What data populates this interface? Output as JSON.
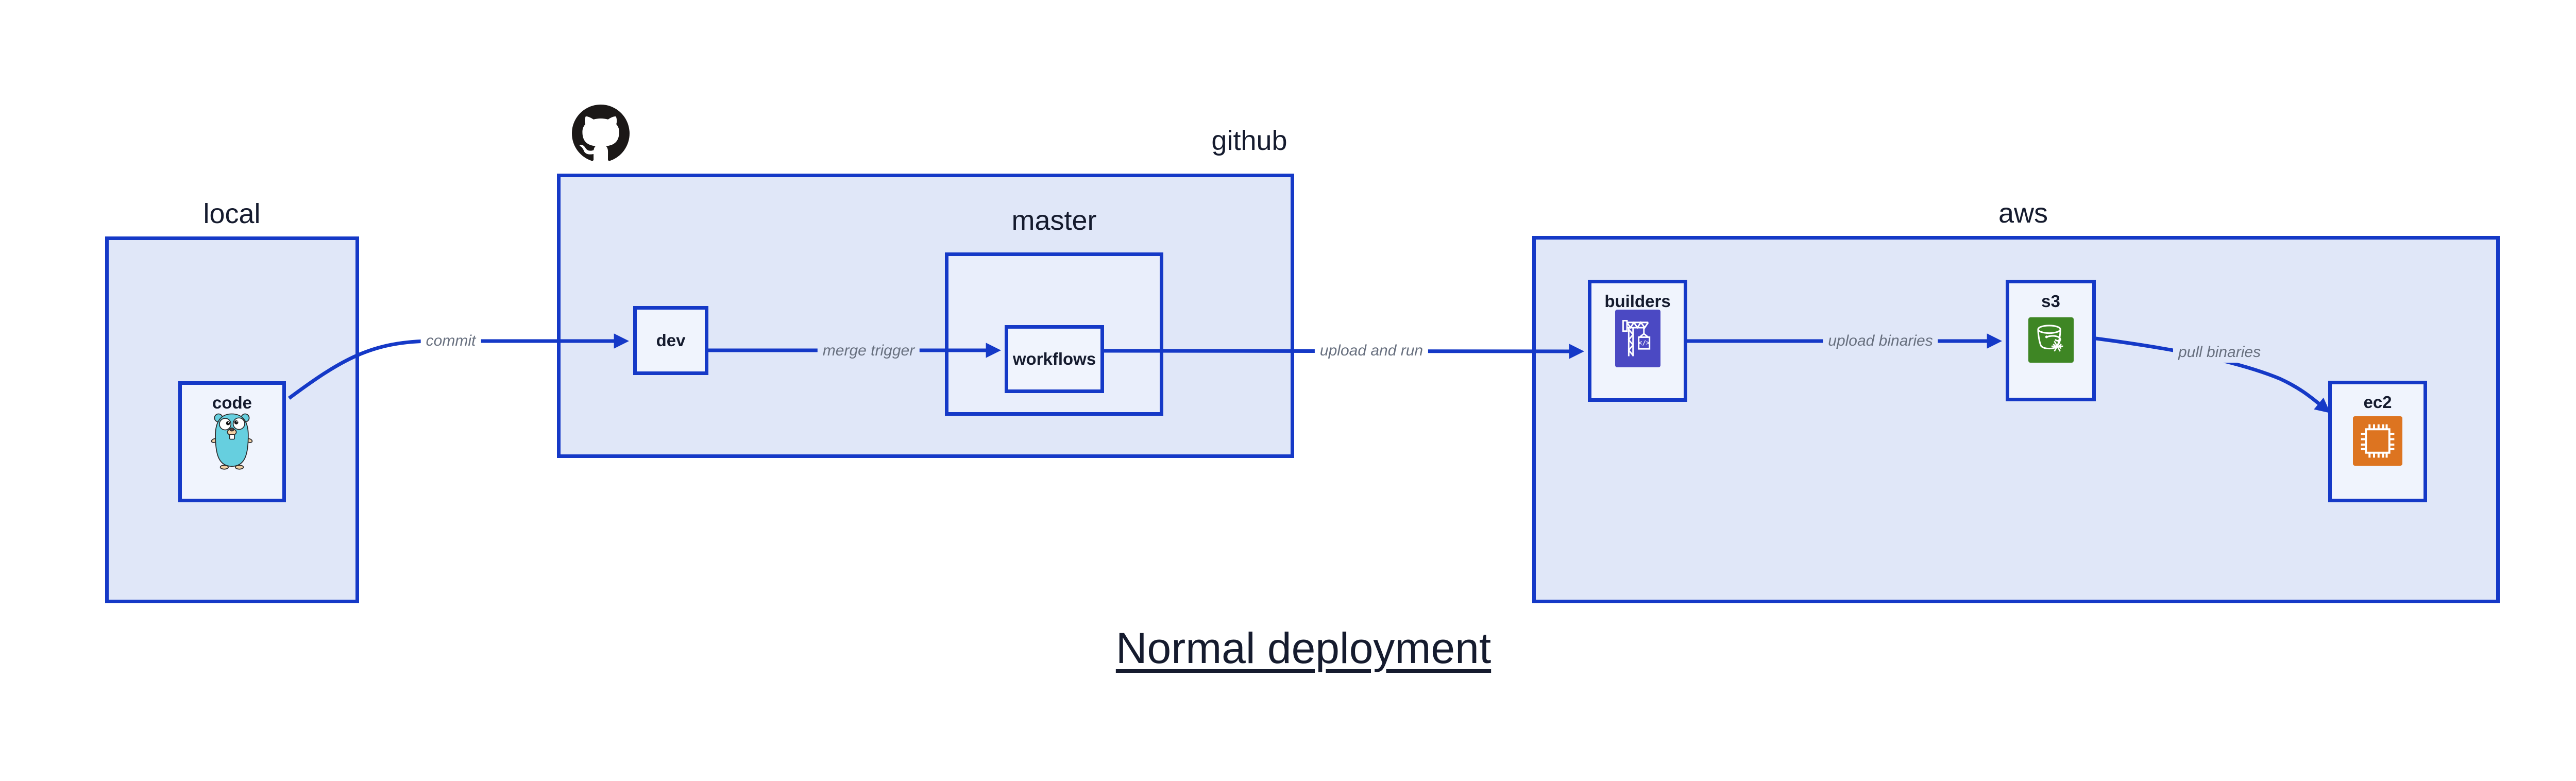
{
  "title": "Normal deployment",
  "groups": {
    "local": {
      "label": "local"
    },
    "github": {
      "label": "github"
    },
    "master": {
      "label": "master"
    },
    "aws": {
      "label": "aws"
    }
  },
  "nodes": {
    "code": {
      "label": "code",
      "icon": "go-gopher-icon"
    },
    "dev": {
      "label": "dev"
    },
    "workflows": {
      "label": "workflows"
    },
    "builders": {
      "label": "builders",
      "icon": "aws-codebuild-crane-icon"
    },
    "s3": {
      "label": "s3",
      "icon": "aws-s3-bucket-icon"
    },
    "ec2": {
      "label": "ec2",
      "icon": "aws-ec2-chip-icon"
    }
  },
  "edges": {
    "commit": {
      "label": "commit"
    },
    "merge_trigger": {
      "label": "merge trigger"
    },
    "upload_and_run": {
      "label": "upload and run"
    },
    "upload_binaries": {
      "label": "upload binaries"
    },
    "pull_binaries": {
      "label": "pull binaries"
    }
  },
  "colors": {
    "canvas_bg": "#ffffff",
    "stroke_blue": "#1539c7",
    "group_fill": "#e0e7f8",
    "mid_fill": "#e9eefb",
    "leaf_fill": "#f0f4fd",
    "text_dark": "#151b2e",
    "edge_label_gray": "#68707f",
    "gopher_teal": "#66cfdf",
    "github_black": "#1b1817",
    "codebuild_indigo": "#4b49c3",
    "s3_green": "#3e8624",
    "ec2_orange": "#dd7420"
  }
}
